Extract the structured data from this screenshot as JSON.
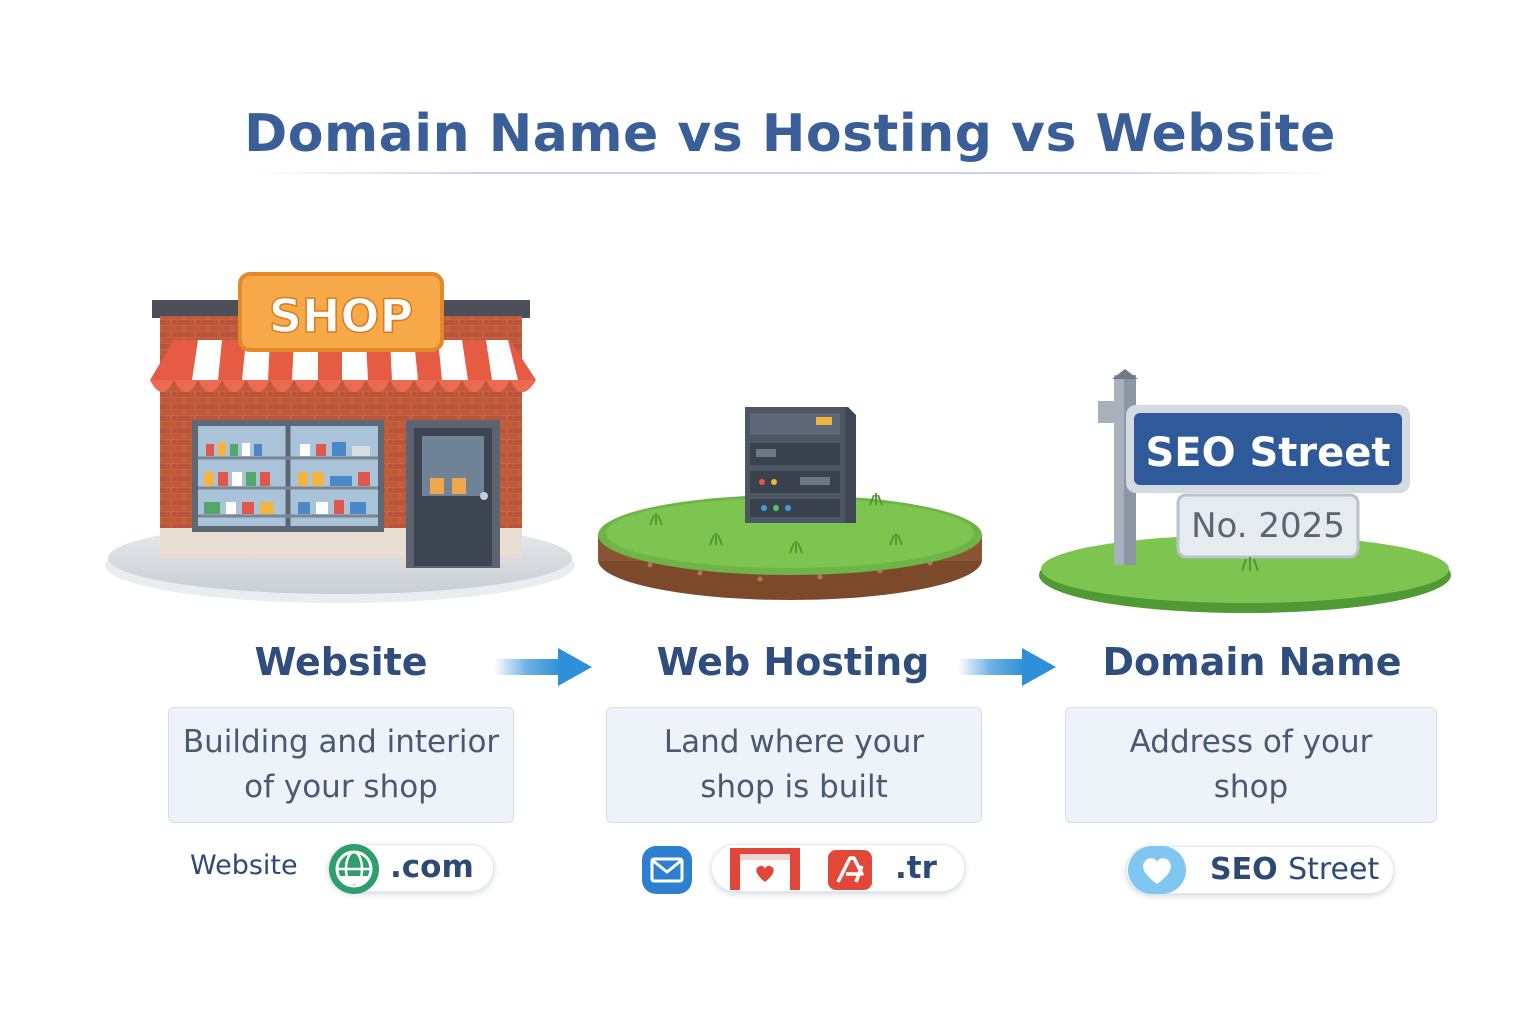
{
  "title": "Domain Name vs Hosting vs Website",
  "columns": [
    {
      "heading": "Website",
      "description_line1": "Building and interior",
      "description_line2": "of your shop",
      "sign_text": "SHOP",
      "badge_label": "Website",
      "badge_text": ".com"
    },
    {
      "heading": "Web Hosting",
      "description_line1": "Land where your",
      "description_line2": "shop is built",
      "badge_text": ".tr"
    },
    {
      "heading": "Domain Name",
      "description_line1": "Address of your",
      "description_line2": "shop",
      "sign_text": "SEO Street",
      "plate_text": "No. 2025",
      "badge_text_bold": "SEO",
      "badge_text_regular": "Street"
    }
  ],
  "icons": {
    "arrows": [
      "arrow-right-icon",
      "arrow-right-icon"
    ],
    "badges": [
      "globe-cart-icon",
      "mail-icon",
      "calendar-heart-icon",
      "acrobat-icon",
      "heart-icon"
    ]
  },
  "colors": {
    "title": "#3a5f98",
    "heading": "#2f4e7e",
    "box_bg": "#eef3fa",
    "arrow": "#2f8fd8",
    "shop_sign": "#f29b38",
    "street_sign": "#2f5a9a"
  }
}
